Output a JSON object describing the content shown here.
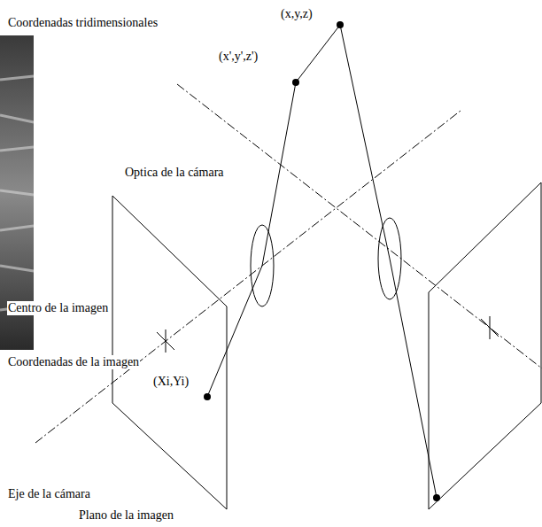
{
  "diagram": {
    "labels": [
      "Coordenadas tridimensionales",
      "(x,y,z)",
      "(x',y',z')",
      "Optica de la cámara",
      "Centro de la imagen",
      "Coordenadas de la imagen",
      "(Xi,Yi)",
      "Eje de la cámara",
      "Plano de la imagen"
    ]
  }
}
